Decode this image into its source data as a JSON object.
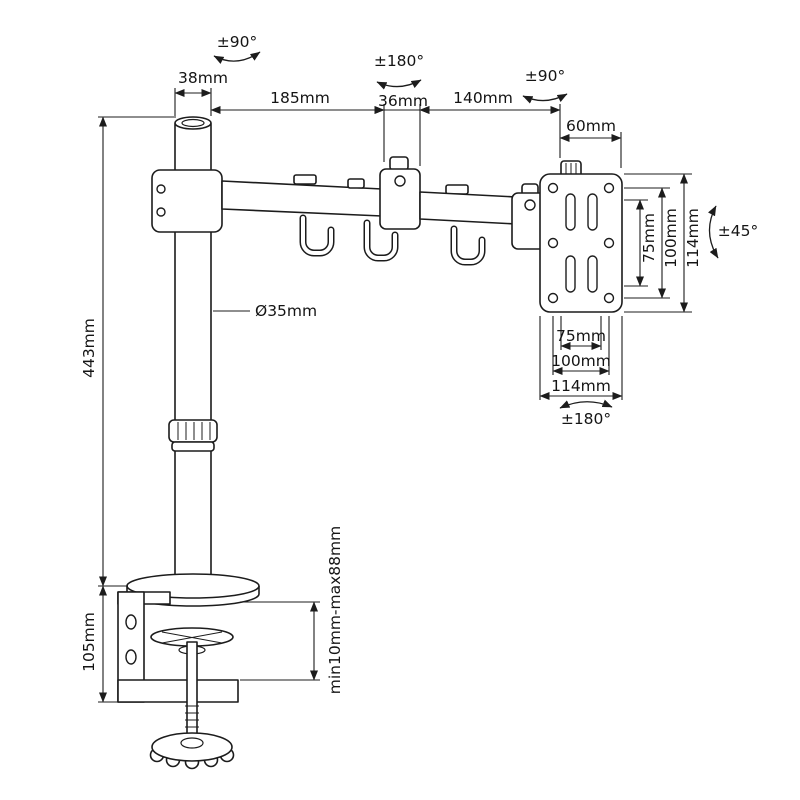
{
  "drawing": {
    "subject": "Monitor arm desk mount technical drawing",
    "rotations": {
      "pole_swivel": "±90°",
      "elbow_swivel": "±180°",
      "head_swivel": "±90°",
      "vesa_tilt": "±45°",
      "vesa_rotation": "±180°"
    },
    "dimensions": {
      "pole_top_width": "38mm",
      "front_arm_length": "185mm",
      "elbow_width": "36mm",
      "rear_arm_length": "140mm",
      "head_offset": "60mm",
      "pole_height": "443mm",
      "pole_diameter": "Ø35mm",
      "clamp_height": "105mm",
      "desk_thickness_range": "min10mm-max88mm",
      "vesa_vertical_75": "75mm",
      "vesa_vertical_100": "100mm",
      "vesa_vertical_114": "114mm",
      "vesa_horizontal_75": "75mm",
      "vesa_horizontal_100": "100mm",
      "vesa_horizontal_114": "114mm"
    }
  }
}
